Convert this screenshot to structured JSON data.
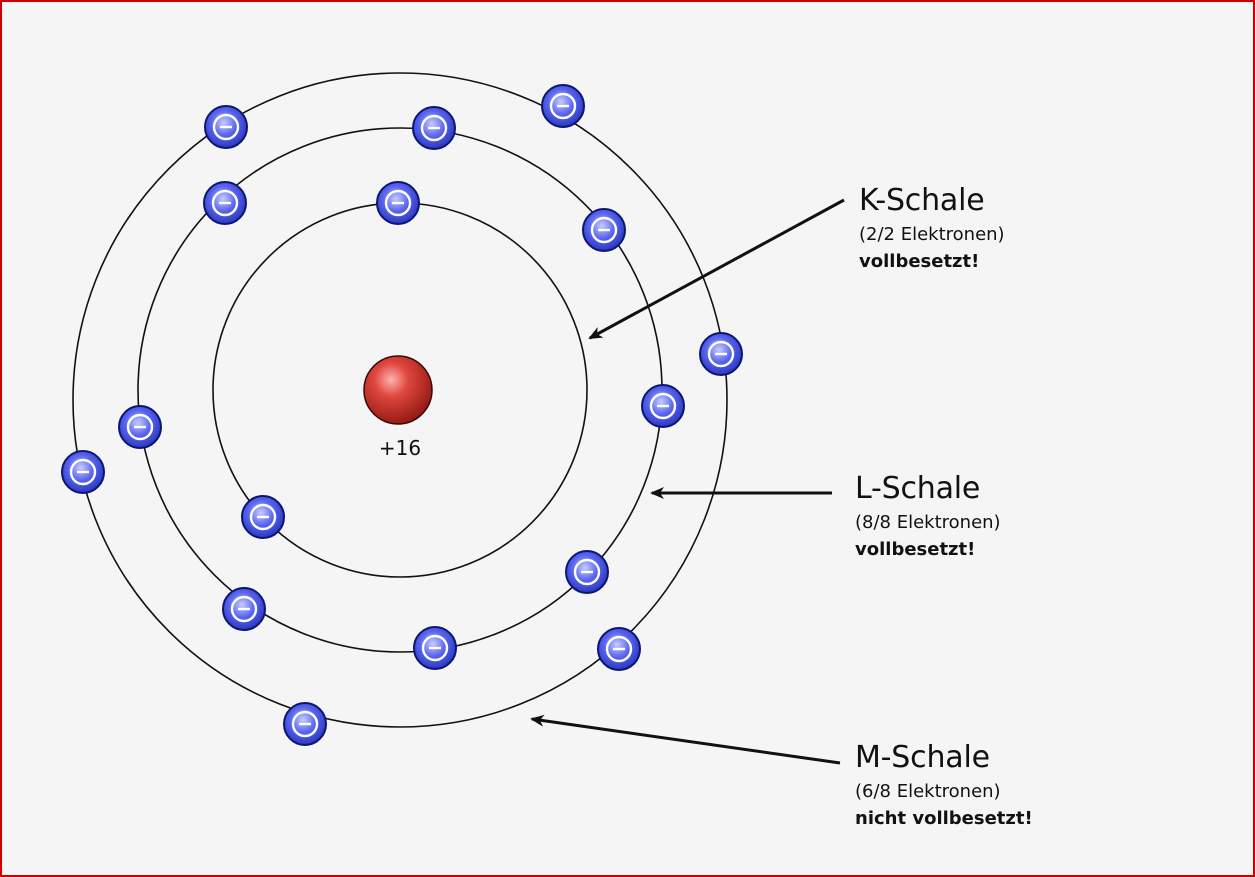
{
  "nucleus": {
    "charge": "+16"
  },
  "shells": {
    "k": {
      "name": "K-Schale",
      "count": "(2/2 Elektronen)",
      "status": "vollbesetzt!"
    },
    "l": {
      "name": "L-Schale",
      "count": "(8/8 Elektronen)",
      "status": "vollbesetzt!"
    },
    "m": {
      "name": "M-Schale",
      "count": "(6/8 Elektronen)",
      "status": "nicht vollbesetzt!"
    }
  },
  "colors": {
    "frame": "#d10000",
    "background": "#f5f5f5",
    "electron": "#3f4fe0",
    "nucleus": "#c0312b"
  }
}
